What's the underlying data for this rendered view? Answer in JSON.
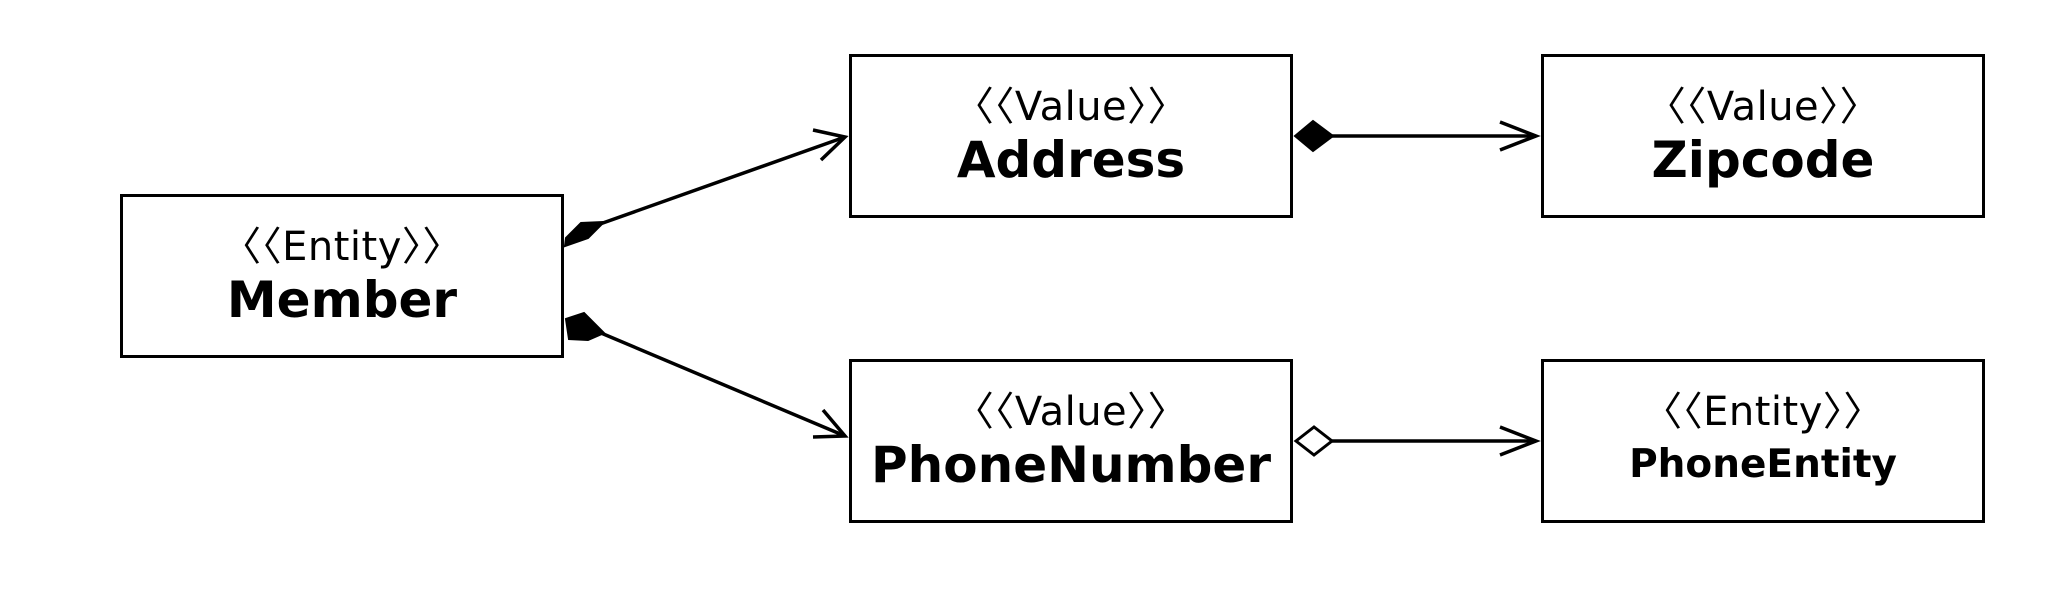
{
  "diagram": {
    "nodes": {
      "member": {
        "stereotype": "〈〈Entity〉〉",
        "name": "Member"
      },
      "address": {
        "stereotype": "〈〈Value〉〉",
        "name": "Address"
      },
      "zipcode": {
        "stereotype": "〈〈Value〉〉",
        "name": "Zipcode"
      },
      "phonenumber": {
        "stereotype": "〈〈Value〉〉",
        "name": "PhoneNumber"
      },
      "phoneentity": {
        "stereotype": "〈〈Entity〉〉",
        "name": "PhoneEntity"
      }
    },
    "edges": [
      {
        "from": "member",
        "to": "address",
        "kind": "composition"
      },
      {
        "from": "member",
        "to": "phonenumber",
        "kind": "composition"
      },
      {
        "from": "address",
        "to": "zipcode",
        "kind": "composition"
      },
      {
        "from": "phonenumber",
        "to": "phoneentity",
        "kind": "aggregation"
      }
    ]
  }
}
